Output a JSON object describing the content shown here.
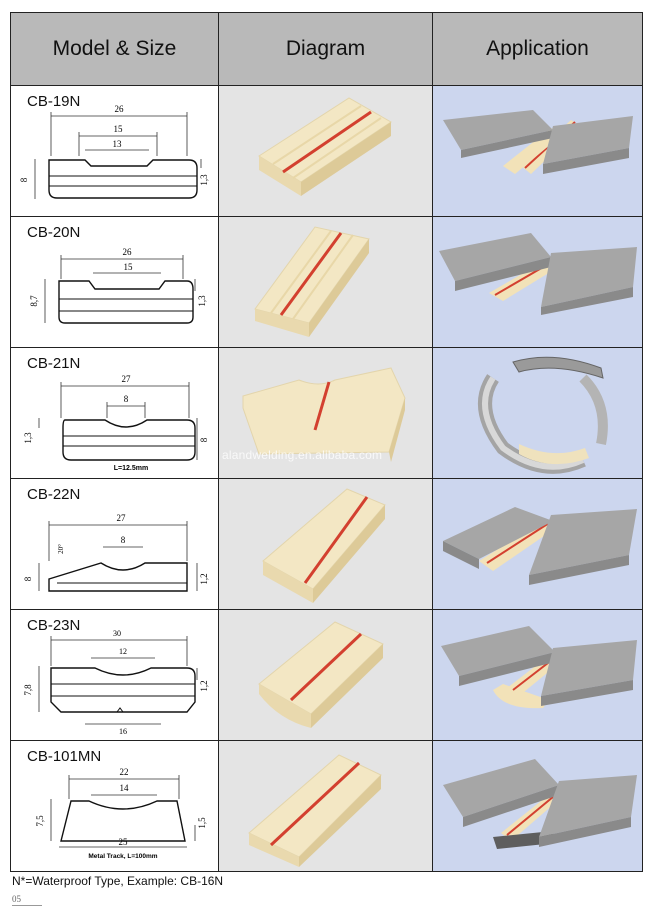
{
  "headers": [
    "Model & Size",
    "Diagram",
    "Application"
  ],
  "rows": [
    {
      "model": "CB-19N",
      "dims": {
        "overall": "26",
        "mid": "15",
        "groove": "13",
        "height": "8",
        "side": "1,3"
      }
    },
    {
      "model": "CB-20N",
      "dims": {
        "overall": "26",
        "groove": "15",
        "height": "8,7",
        "side": "1,3"
      }
    },
    {
      "model": "CB-21N",
      "dims": {
        "overall": "27",
        "groove": "8",
        "height": "8",
        "side": "1,3",
        "note": "L=12.5mm"
      }
    },
    {
      "model": "CB-22N",
      "dims": {
        "overall": "27",
        "groove": "8",
        "angle": "20°",
        "height": "8",
        "side": "1,2"
      }
    },
    {
      "model": "CB-23N",
      "dims": {
        "overall": "30",
        "groove": "12",
        "bottom": "16",
        "height": "7,8",
        "side": "1,2"
      }
    },
    {
      "model": "CB-101MN",
      "dims": {
        "top": "22",
        "groove": "14",
        "bottom": "25",
        "height": "7,5",
        "side": "1,5",
        "note": "Metal Track, L=100mm"
      }
    }
  ],
  "watermark": "alandwelding.en.alibaba.com",
  "footnote": "N*=Waterproof Type, Example: CB-16N",
  "page_number": "05"
}
